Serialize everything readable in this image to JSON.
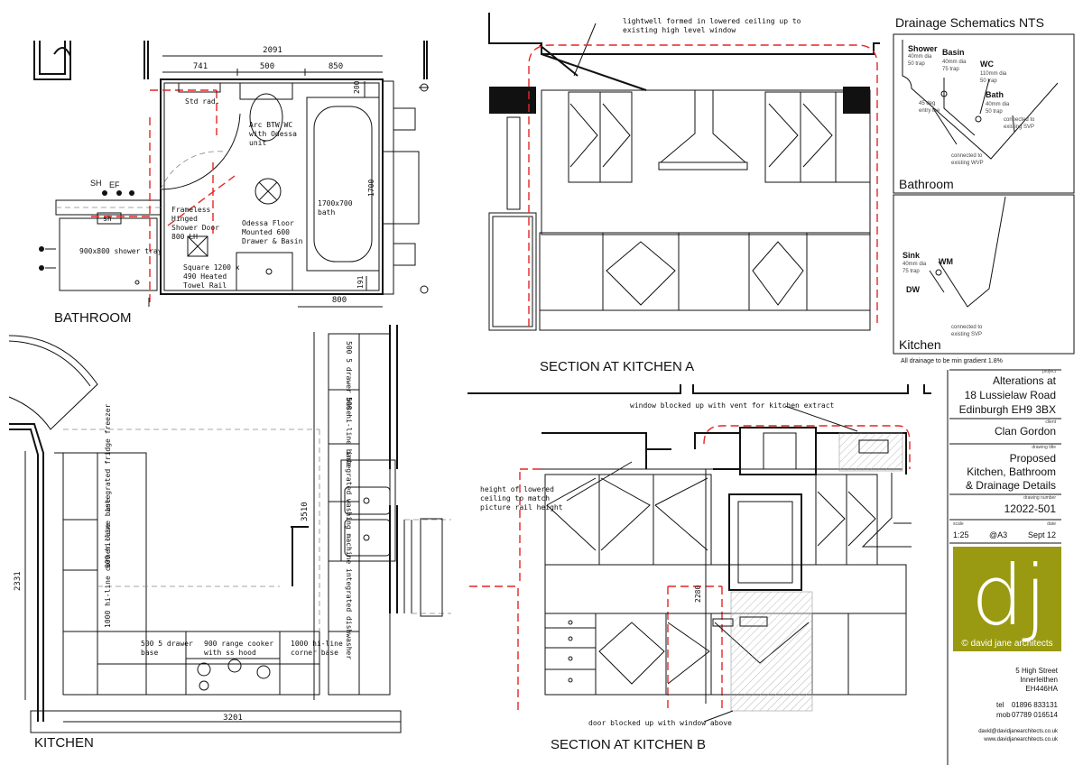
{
  "colors": {
    "logo_bg": "#9a9a12",
    "red_line": "#e32626"
  },
  "titles": {
    "bathroom": "BATHROOM",
    "kitchen": "KITCHEN",
    "section_a": "SECTION AT KITCHEN A",
    "section_b": "SECTION AT KITCHEN B"
  },
  "bathroom": {
    "dims": {
      "overall": "2091",
      "d741": "741",
      "d500": "500",
      "d850": "850",
      "d200": "200",
      "d1700": "1700",
      "d800": "800",
      "d191": "191"
    },
    "labels": {
      "std_rad": "Std rad.",
      "wc_1": "Arc BTW WC",
      "wc_2": "with Odessa",
      "wc_3": "unit",
      "bath_1": "1700x700",
      "bath_2": "bath",
      "door_1": "Frameless",
      "door_2": "Hinged",
      "door_3": "Shower Door",
      "door_4": "800 LH",
      "floor_1": "Odessa Floor",
      "floor_2": "Mounted 600",
      "floor_3": "Drawer & Basin",
      "tray": "900x800 shower tray",
      "towel_1": "Square 1200 x",
      "towel_2": "490 Heated",
      "towel_3": "Towel Rail",
      "sh": "SH",
      "ef": "EF",
      "sh_box": "sh"
    }
  },
  "kitchen": {
    "dims": {
      "d3510": "3510",
      "d2331": "2331",
      "d3201": "3201"
    },
    "labels": {
      "base500_5d": "500 5 drawer base",
      "base500_hl": "500 hi-line base",
      "washing": "integrated washing machine",
      "dishwasher": "integrated dishwasher",
      "fridge": "integrated fridge freezer",
      "base600": "600 hi-line base",
      "corner1000": "1000 hi-line corner base",
      "bottom500_1": "500 5 drawer",
      "bottom500_2": "base",
      "range_1": "900 range cooker",
      "range_2": "with ss hood",
      "corner_1": "1000 hi-line",
      "corner_2": "corner base"
    }
  },
  "section_a": {
    "note_1": "lightwell formed in lowered ceiling up to",
    "note_2": "existing high level window"
  },
  "section_b": {
    "note_window": "window blocked up with vent for kitchen extract",
    "note_ceiling_1": "height of lowered",
    "note_ceiling_2": "ceiling to match",
    "note_ceiling_3": "picture rail height",
    "note_door": "door blocked up with window above",
    "dim_2280": "2280"
  },
  "schematics": {
    "title": "Drainage Schematics  NTS",
    "bathroom_title": "Bathroom",
    "kitchen_title": "Kitchen",
    "shower": "Shower",
    "shower_1": "40mm dia",
    "shower_2": "50 trap",
    "basin": "Basin",
    "basin_1": "40mm dia",
    "basin_2": "75 trap",
    "wc": "WC",
    "wc_1": "110mm dia",
    "wc_2": "50 trap",
    "bath": "Bath",
    "bath_1": "40mm dia",
    "bath_2": "50 trap",
    "tee_1": "45 deg",
    "tee_2": "entry tee",
    "svp_1": "connected to",
    "svp_2": "existing SVP",
    "wvp_1": "connected to",
    "wvp_2": "existing WVP",
    "sink": "Sink",
    "sink_1": "40mm dia",
    "sink_2": "75 trap",
    "wm": "WM",
    "dw": "DW",
    "ksvp_1": "connected to",
    "ksvp_2": "existing SVP",
    "gradient": "All drainage to be min gradient 1.8%"
  },
  "titleblock": {
    "project_label": "project",
    "project_1": "Alterations at",
    "project_2": "18 Lussielaw Road",
    "project_3": "Edinburgh EH9 3BX",
    "client_label": "client",
    "client": "Clan Gordon",
    "title_label": "drawing title",
    "title_1": "Proposed",
    "title_2": "Kitchen, Bathroom",
    "title_3": "& Drainage Details",
    "number_label": "drawing number",
    "number": "12022-501",
    "scale_label": "scale",
    "date_label": "date",
    "scale": "1:25",
    "sheet": "@A3",
    "date": "Sept 12",
    "logo": "dj",
    "copyright": "© david jane architects",
    "addr_1": "5 High Street",
    "addr_2": "Innerleithen",
    "addr_3": "EH446HA",
    "tel_label": "tel",
    "tel": "01896 833131",
    "mob_label": "mob",
    "mob": "07789 016514",
    "email": "david@davidjanearchitects.co.uk",
    "web": "www.davidjanearchitects.co.uk"
  }
}
